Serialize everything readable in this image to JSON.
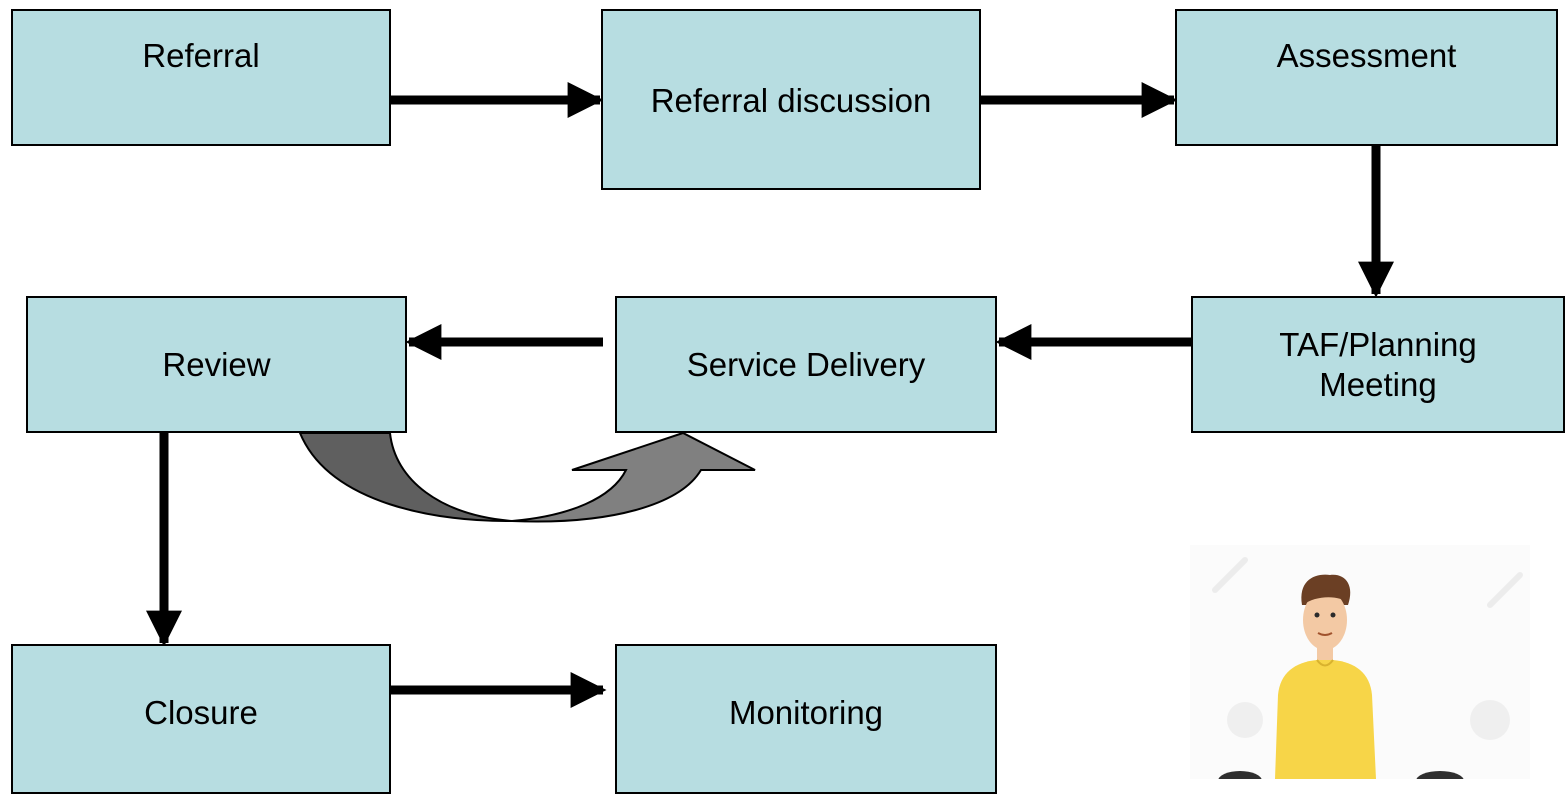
{
  "diagram": {
    "colors": {
      "box_fill": "#b7dde1",
      "box_border": "#000000",
      "arrow": "#000000",
      "loop_arrow_dark": "#5f5f5f",
      "loop_arrow_light": "#808080"
    },
    "nodes": {
      "referral": "Referral",
      "referral_discussion": "Referral discussion",
      "assessment": "Assessment",
      "taf_planning_line1": "TAF/Planning",
      "taf_planning_line2": "Meeting",
      "service_delivery": "Service Delivery",
      "review": "Review",
      "closure": "Closure",
      "monitoring": "Monitoring"
    },
    "edges": [
      {
        "from": "Referral",
        "to": "Referral discussion"
      },
      {
        "from": "Referral discussion",
        "to": "Assessment"
      },
      {
        "from": "Assessment",
        "to": "TAF/Planning Meeting"
      },
      {
        "from": "TAF/Planning Meeting",
        "to": "Service Delivery"
      },
      {
        "from": "Service Delivery",
        "to": "Review"
      },
      {
        "from": "Review",
        "to": "Service Delivery"
      },
      {
        "from": "Review",
        "to": "Closure"
      },
      {
        "from": "Closure",
        "to": "Monitoring"
      }
    ],
    "illustration": {
      "icon": "cartoon-person-icon",
      "shirt_color": "#f7d548"
    }
  }
}
